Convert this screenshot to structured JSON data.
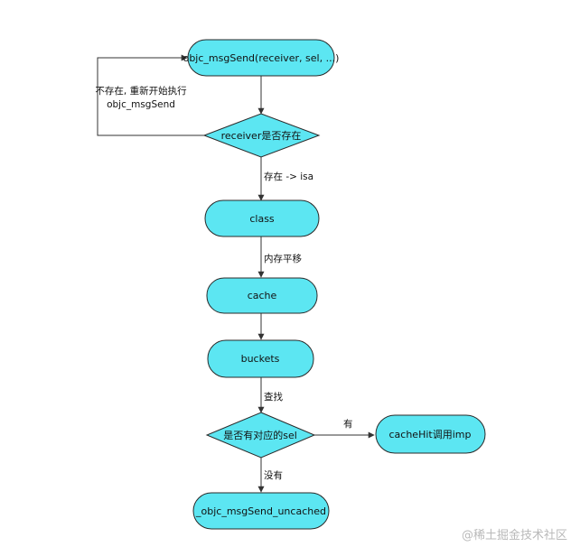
{
  "nodes": {
    "objc_msgsend": "objc_msgSend(receiver, sel, ...)",
    "receiver_check": "receiver是否存在",
    "class": "class",
    "cache": "cache",
    "buckets": "buckets",
    "sel_check": "是否有对应的sel",
    "cache_hit": "cacheHit调用imp",
    "uncached": "_objc_msgSend_uncached"
  },
  "edges": {
    "loop_line1": "不存在, 重新开始执行",
    "loop_line2": "objc_msgSend",
    "exists_isa": "存在 -> isa",
    "memory_offset": "内存平移",
    "search": "查找",
    "has": "有",
    "none": "没有"
  },
  "watermark": "@稀土掘金技术社区",
  "colors": {
    "node_fill": "#5ce6f2",
    "node_stroke": "#2a2a2a",
    "edge": "#333333"
  }
}
